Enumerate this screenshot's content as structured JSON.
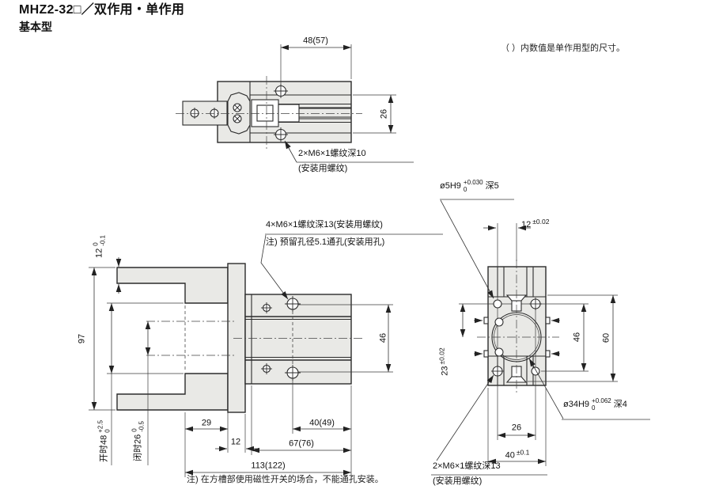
{
  "page": {
    "title": "MHZ2-32□／双作用・单作用",
    "subtitle": "基本型",
    "note_right": "（ ）内数值是单作用型的尺寸。",
    "note_bottom": "注) 在方槽部使用磁性开关的场合，不能通孔安装。"
  },
  "top_view": {
    "dim_width": "48(57)",
    "dim_height": "26",
    "thread_label": "2×M6×1螺纹深10",
    "thread_label_sub": "(安装用螺纹)"
  },
  "front_view": {
    "dim_overall_height": "97",
    "flange": {
      "val": "12",
      "tol_u": "0",
      "tol_l": "-0.1"
    },
    "open": {
      "label": "开时48",
      "tol_u": "+2.5",
      "tol_l": "0"
    },
    "closed": {
      "label": "闭时26",
      "tol_u": "0",
      "tol_l": "-0.5"
    },
    "dim_finger_block": "29",
    "dim_plate": "12",
    "dim_hole_to_rear": "40(49)",
    "dim_body_length": "67(76)",
    "dim_total_length": "113(122)",
    "dim_hole_spacing": "46",
    "thread_label": "4×M6×1螺纹深13(安装用螺纹)",
    "hole_note": "注) 预留孔径5.1通孔(安装用孔)"
  },
  "side_view": {
    "pin": {
      "label": "ø5H9",
      "tol_u": "+0.030",
      "tol_l": "0",
      "depth": "深5"
    },
    "bore": {
      "label": "ø34H9",
      "tol_u": "+0.062",
      "tol_l": "0",
      "depth": "深4"
    },
    "thread_label": "2×M6×1螺纹深13",
    "thread_label_sub": "(安装用螺纹)",
    "dim_pin_offset": {
      "val": "12",
      "tol": "±0.02"
    },
    "dim_pin_row": {
      "val": "23",
      "tol": "±0.02"
    },
    "dim_hole_rows": "46",
    "dim_slot_span": "60",
    "dim_hole_cols": "26",
    "dim_width": {
      "val": "40",
      "tol": "±0.1"
    }
  }
}
